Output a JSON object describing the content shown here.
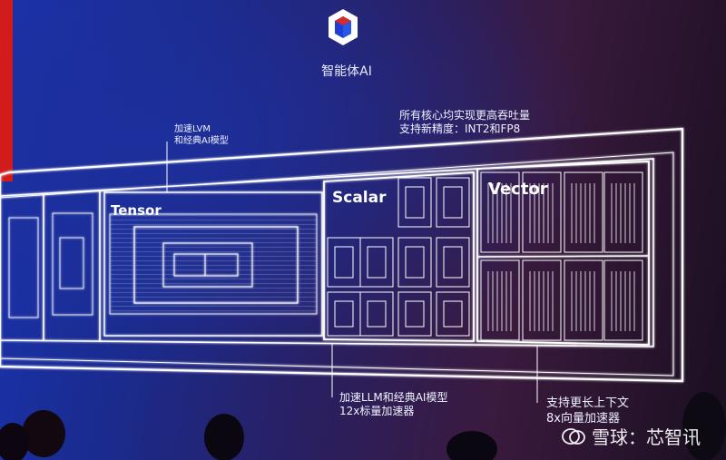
{
  "logo": {
    "icon": "hexagon-logo-icon",
    "label": "智能体AI"
  },
  "annotations": {
    "tensor_top": [
      "加速LVM",
      "和经典AI模型"
    ],
    "top_right": [
      "所有核心均实现更高吞吐量",
      "支持新精度：INT2和FP8"
    ],
    "scalar_bottom": [
      "加速LLM和经典AI模型",
      "12x标量加速器"
    ],
    "vector_bottom": [
      "支持更长上下文",
      "8x向量加速器"
    ]
  },
  "blocks": {
    "tensor": "Tensor",
    "scalar": "Scalar",
    "vector": "Vector"
  },
  "watermark": {
    "icon": "snowball-icon",
    "text": "雪球：芯智讯"
  },
  "colors": {
    "red_accent": "#d21c1c",
    "outline": "#ffffff",
    "bg_blue": "#1a33b0"
  }
}
